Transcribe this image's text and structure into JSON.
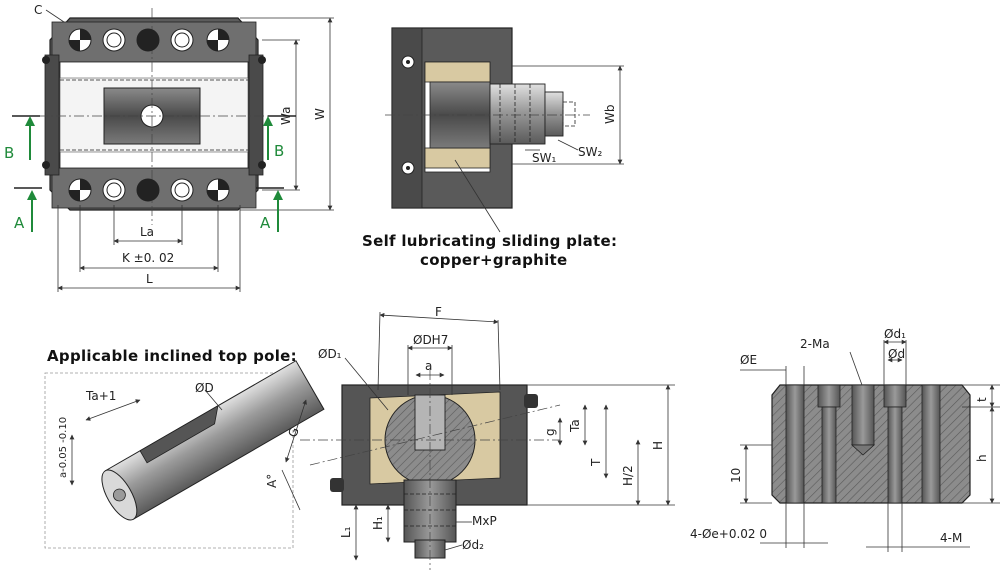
{
  "captions": {
    "lubrication_line1": "Self lubricating sliding plate:",
    "lubrication_line2": "copper+graphite",
    "pole_heading": "Applicable inclined top pole:"
  },
  "top_view": {
    "c": "C",
    "wa": "Wa",
    "w": "W",
    "la": "La",
    "k": "K ±0. 02",
    "l": "L",
    "b_left": "B",
    "b_right": "B",
    "a_left": "A",
    "a_right": "A"
  },
  "side_view": {
    "wb": "Wb",
    "sw1": "SW₁",
    "sw2": "SW₂"
  },
  "pole_view": {
    "ta1": "Ta+1",
    "od": "ØD",
    "a_tol": "a-0.05 -0.10"
  },
  "section_view": {
    "f": "F",
    "od1": "ØD₁",
    "odh7": "ØDH7",
    "a": "a",
    "g_upper": "G",
    "g_lower": "g",
    "ta": "Ta",
    "t": "T",
    "h2": "H/2",
    "h": "H",
    "angle": "A°",
    "l1": "L₁",
    "h1": "H₁",
    "mxp": "MxP",
    "od2": "Ød₂"
  },
  "plate_view": {
    "oe": "ØE",
    "ma": "2-Ma",
    "od1": "Ød₁",
    "od": "Ød",
    "t": "t",
    "h": "h",
    "ten": "10",
    "oe_holes": "4-Øe+0.02 0",
    "m4": "4-M"
  },
  "colors": {
    "body_dark": "#3a3a3a",
    "body_mid": "#6a6a6a",
    "bronze": "#d8c9a2",
    "arrow_green": "#1f8a3a"
  }
}
